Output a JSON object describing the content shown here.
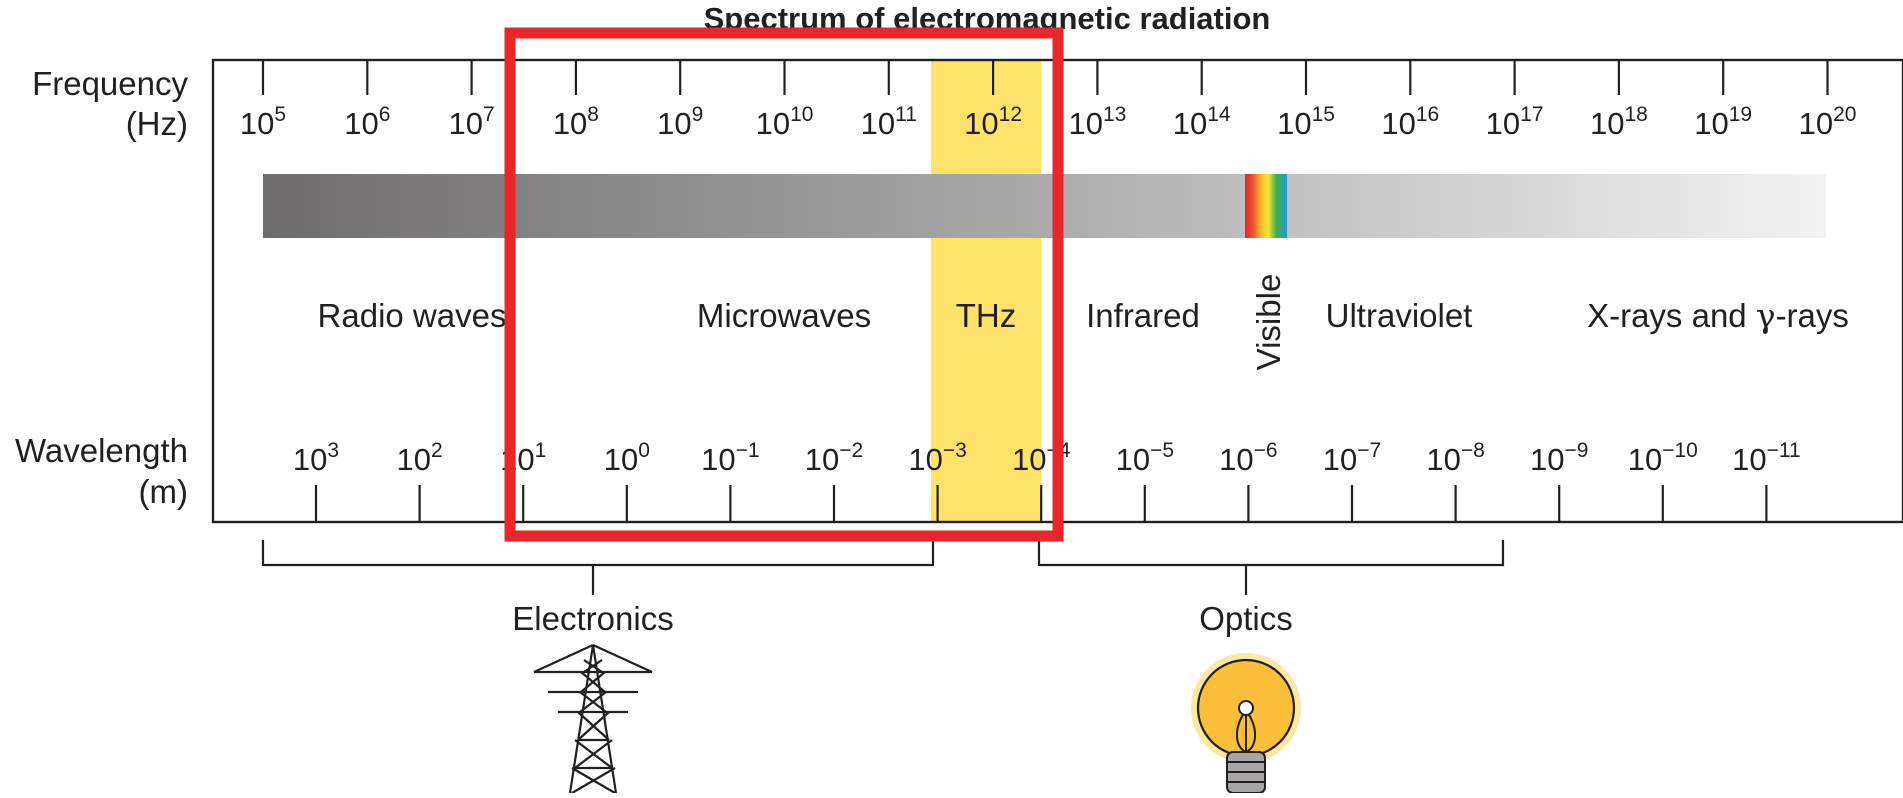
{
  "title": "Spectrum of electromagnetic radiation",
  "frequency_axis": {
    "label_line1": "Frequency",
    "label_line2": "(Hz)",
    "base": "10",
    "exponents": [
      "5",
      "6",
      "7",
      "8",
      "9",
      "10",
      "11",
      "12",
      "13",
      "14",
      "15",
      "16",
      "17",
      "18",
      "19",
      "20"
    ]
  },
  "wavelength_axis": {
    "label_line1": "Wavelength",
    "label_line2": "(m)",
    "base": "10",
    "exponents": [
      "3",
      "2",
      "1",
      "0",
      "−1",
      "−2",
      "−3",
      "−4",
      "−5",
      "−6",
      "−7",
      "−8",
      "−9",
      "−10",
      "−11"
    ]
  },
  "bands": {
    "radio": "Radio waves",
    "microwaves": "Microwaves",
    "thz": "THz",
    "infrared": "Infrared",
    "visible": "Visible",
    "ultraviolet": "Ultraviolet",
    "xrays_prefix": "X-rays and ",
    "gamma_symbol": "γ",
    "xrays_suffix": "-rays"
  },
  "fields": {
    "electronics": "Electronics",
    "optics": "Optics"
  },
  "icons": {
    "electronics": "power-transmission-tower-icon",
    "optics": "light-bulb-icon"
  },
  "colors": {
    "thz_highlight": "#ffe26b",
    "selection_box": "#e8262b",
    "bulb": "#fbbf3c",
    "spectrum_start": "#6e6c6d",
    "spectrum_end": "#f2f2f2"
  }
}
